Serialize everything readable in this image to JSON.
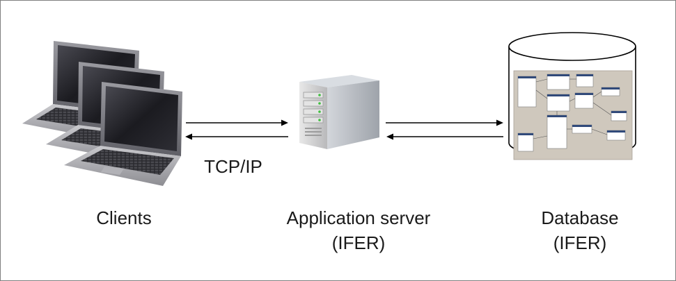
{
  "labels": {
    "clients": "Clients",
    "app_server": "Application server",
    "app_server_sub": "(IFER)",
    "database": "Database",
    "database_sub": "(IFER)",
    "protocol": "TCP/IP"
  },
  "icons": {
    "clients": "laptop-icon",
    "server": "server-tower-icon",
    "database": "database-cylinder-icon"
  },
  "colors": {
    "border": "#7f7f7f",
    "arrow": "#000000",
    "text": "#1a1a1a",
    "db_diagram_bg": "#cfc8bd"
  }
}
